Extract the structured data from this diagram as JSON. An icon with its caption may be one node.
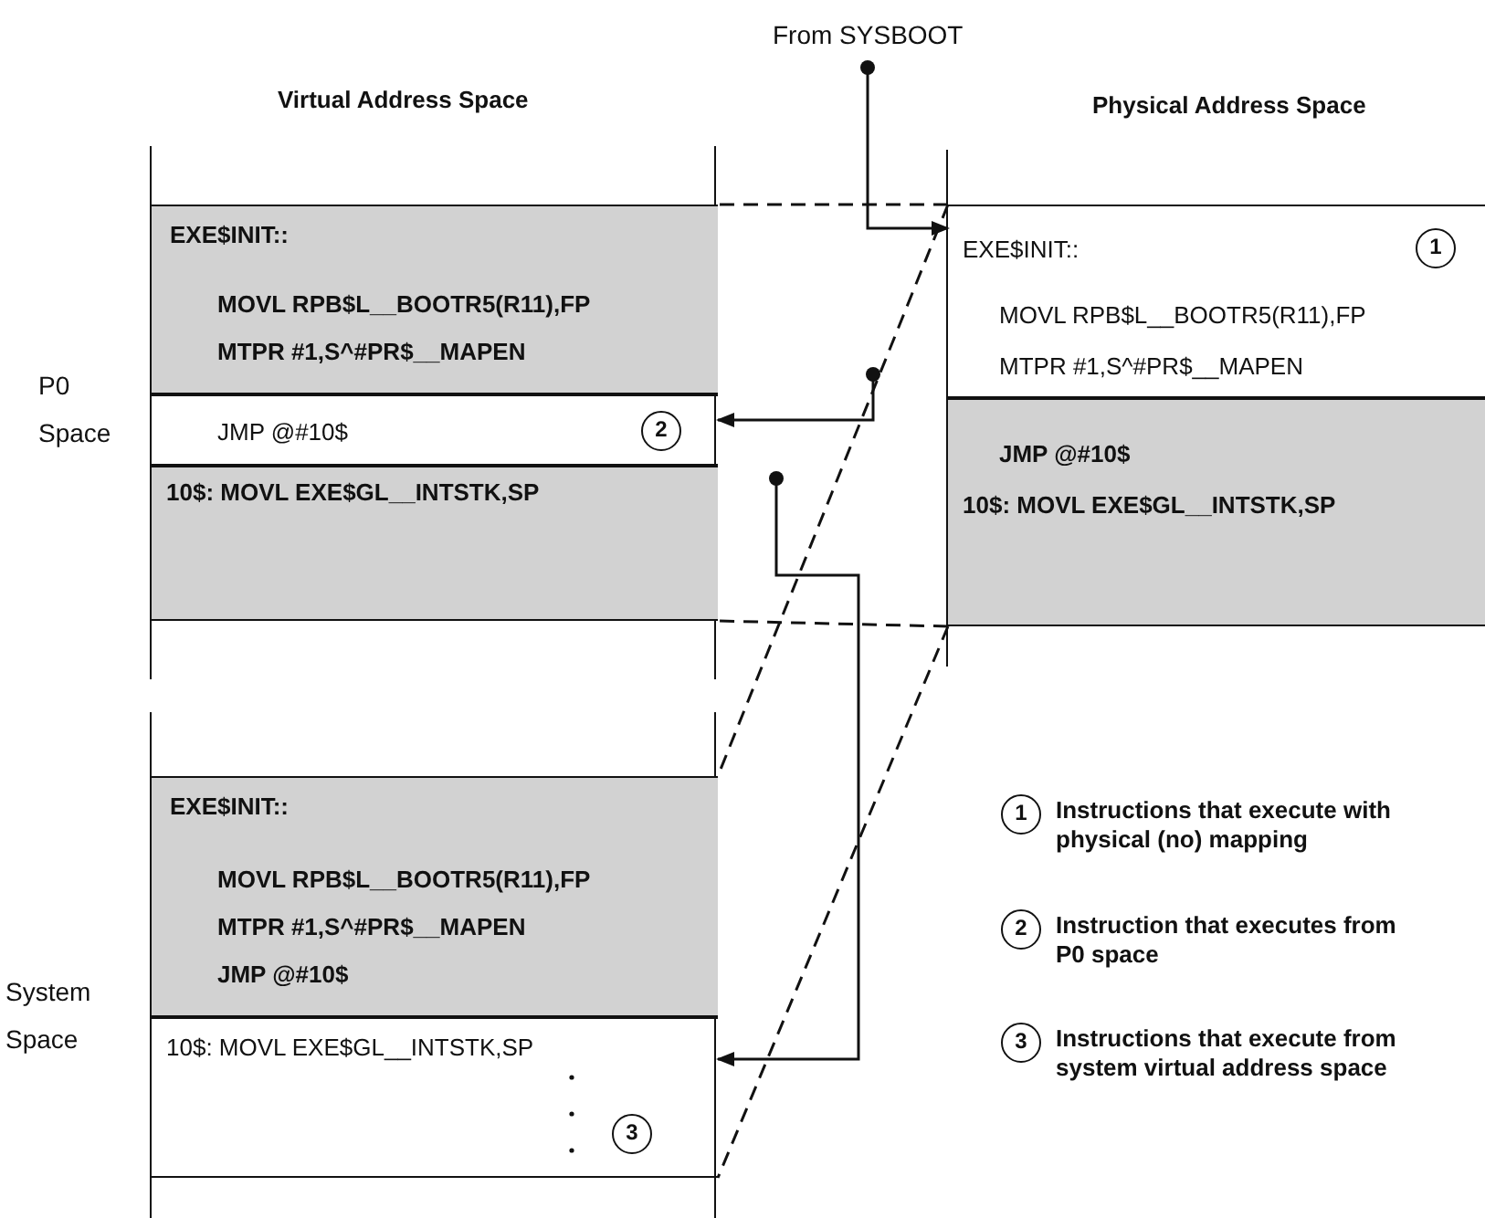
{
  "diagram": {
    "nodes": [
      {
        "text": [
          "P0 Space"
        ]
      },
      {
        "text": [
          "EXE$INIT::",
          "MOVL RPB$L__BOOTR5(R11),FP",
          "MTPR #1,S^#PR$__MAPEN"
        ],
        "in": 0
      },
      {
        "text": [
          "JMP @#10$"
        ],
        "in": 0
      },
      {
        "text": [
          "2"
        ],
        "in": 2
      },
      {
        "text": [
          "10$: MOVL EXE$GL__INTSTK,SP"
        ],
        "in": 0
      },
      {
        "text": [
          "System Space"
        ]
      },
      {
        "text": [
          "EXE$INIT::",
          "MOVL RPB$L__BOOTR5(R11),FP",
          "MTPR #1,S^#PR$__MAPEN",
          "JMP @#10$"
        ],
        "in": 5
      },
      {
        "text": [
          "10$: MOVL EXE$GL__INTSTK,SP"
        ],
        "in": 5
      },
      {
        "text": [
          "3"
        ],
        "in": 7
      },
      {
        "text": [],
        "shape": "box"
      },
      {
        "text": [
          "EXE$INIT::",
          "MOVL RPB$L__BOOTR5(R11),FP",
          "MTPR #1,S^#PR$__MAPEN"
        ],
        "in": 9
      },
      {
        "text": [
          "1"
        ],
        "in": 10
      },
      {
        "text": [
          "JMP @#10$",
          "10$: MOVL EXE$GL__INTSTK,SP"
        ],
        "in": 9
      },
      {
        "text": [
          "From SYSBOOT"
        ]
      },
      {
        "text": [
          "1"
        ],
        "beside": [
          "Instructions that execute with physical (no) mapping"
        ]
      },
      {
        "text": [
          "2"
        ],
        "beside": [
          "Instruction that executes from P0 space"
        ]
      },
      {
        "text": [
          "3"
        ],
        "beside": [
          "Instructions that execute from system virtual address space"
        ]
      }
    ],
    "edges": [
      {
        "from": 13,
        "to": 10,
        "arrow": "to"
      },
      {
        "from": null,
        "to": 2,
        "arrow": "to"
      },
      {
        "from": null,
        "to": 7,
        "arrow": "to"
      },
      {
        "from": 10,
        "to": 1,
        "arrow": "none",
        "style": "dashed"
      },
      {
        "from": 12,
        "to": 4,
        "arrow": "none",
        "style": "dashed"
      },
      {
        "from": 10,
        "to": 6,
        "arrow": "none",
        "style": "dashed"
      },
      {
        "from": 12,
        "to": 7,
        "arrow": "none",
        "style": "dashed"
      }
    ],
    "labels": [
      "Virtual Address Space",
      "Physical Address Space"
    ]
  }
}
